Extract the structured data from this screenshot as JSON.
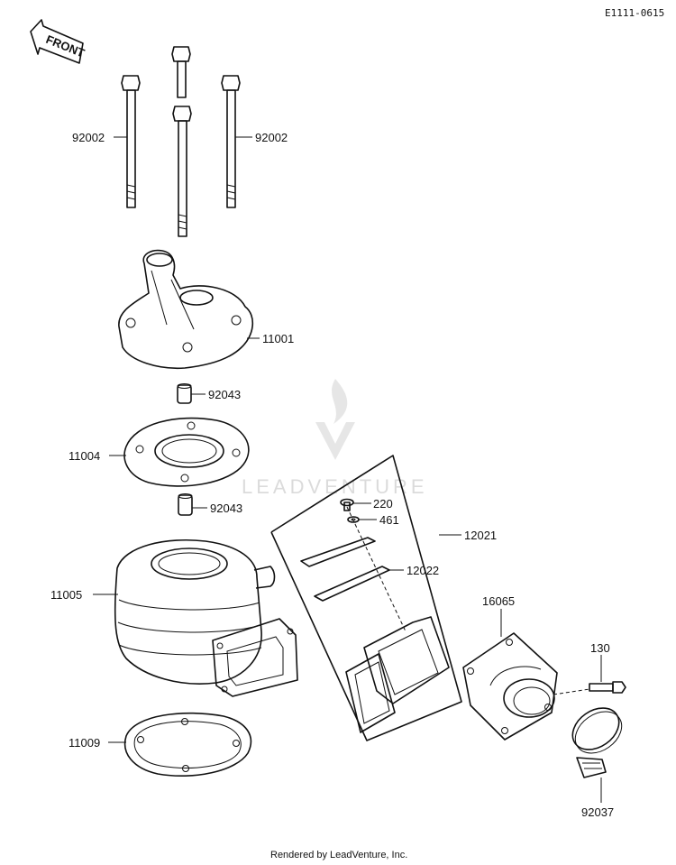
{
  "diagram_code": "E1111-0615",
  "front_label": "FRONT",
  "watermark_text": "LEADVENTURE",
  "footer": "Rendered by LeadVenture, Inc.",
  "callouts": {
    "bolt_left": "92002",
    "bolt_right": "92002",
    "head": "11001",
    "dowel_top": "92043",
    "head_gasket": "11004",
    "dowel_bottom": "92043",
    "cylinder": "11005",
    "base_gasket": "11009",
    "screw": "220",
    "washer": "461",
    "reed_valve_assy": "12021",
    "reed": "12022",
    "intake_pipe": "16065",
    "intake_bolt": "130",
    "clamp": "92037"
  }
}
